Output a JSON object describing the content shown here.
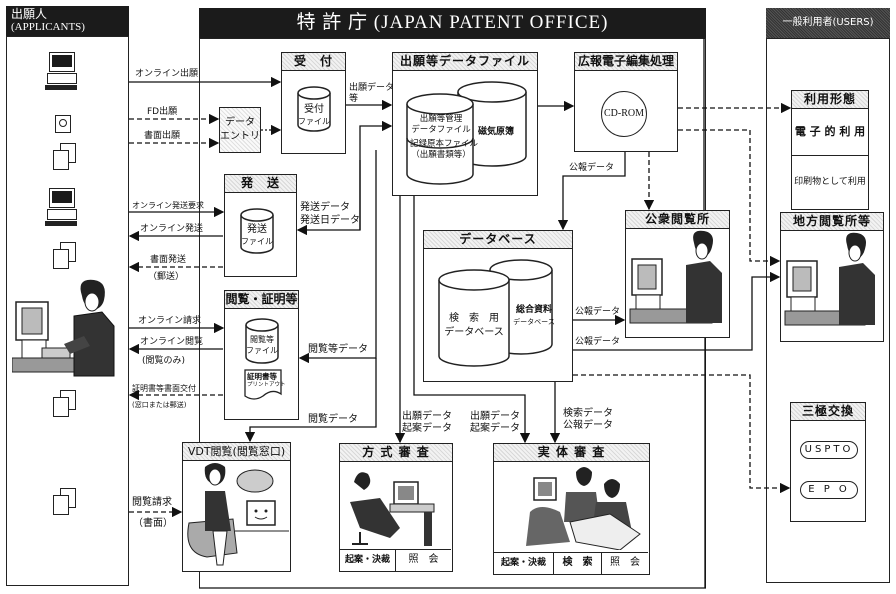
{
  "applicants": {
    "title": "出願人",
    "subtitle": "(APPLICANTS)"
  },
  "jpo": {
    "title": "特 許 庁 (JAPAN PATENT OFFICE)"
  },
  "users": {
    "title": "一般利用者(USERS)",
    "usage_box": {
      "title": "利用形態",
      "items": [
        "電 子 的 利 用",
        "印刷物として利用"
      ]
    },
    "regional": {
      "title": "地方閲覧所等"
    },
    "trilateral": {
      "title": "三極交換",
      "items": [
        "USPTO",
        "E P O"
      ]
    }
  },
  "boxes": {
    "reception": {
      "title": "受　付",
      "file": [
        "受付",
        "ファイル"
      ]
    },
    "data_entry": {
      "label": [
        "データ",
        "エントリ"
      ]
    },
    "app_data_file": {
      "title": "出願等データファイル",
      "cyl_front": [
        "出願等管理",
        "データファイル",
        "記録原本ファイル",
        "（出願書類等）"
      ],
      "cyl_back": "磁気原簿"
    },
    "publication": {
      "title": "広報電子編集処理",
      "cdrom": "CD-ROM"
    },
    "dispatch": {
      "title": "発　送",
      "file": [
        "発送",
        "ファイル"
      ]
    },
    "inspection": {
      "title": "閲覧・証明等",
      "file": [
        "閲覧等",
        "ファイル"
      ],
      "cert": [
        "証明書等",
        "プリントアウト"
      ]
    },
    "database": {
      "title": "データベース",
      "cyl_front": [
        "検　索　用",
        "データベース"
      ],
      "cyl_back": [
        "総合資料",
        "データベース"
      ]
    },
    "public_reading": {
      "title": "公衆閲覧所"
    },
    "vdt": {
      "title": "VDT閲覧(閲覧窓口)"
    },
    "formality": {
      "title": "方 式 審 査",
      "cells": [
        "起案・決裁",
        "照　会"
      ]
    },
    "substantive": {
      "title": "実 体 審 査",
      "cells": [
        "起案・決裁",
        "検　索",
        "照　会"
      ]
    }
  },
  "flows": {
    "online_filing": "オンライン出願",
    "fd_filing": "FD出願",
    "paper_filing": "書面出願",
    "online_send_request": "オンライン発送要求",
    "online_send": "オンライン発送",
    "paper_send": "書面発送",
    "paper_send_note": "（郵送）",
    "online_request": "オンライン請求",
    "online_view": "オンライン閲覧",
    "online_view_note": "(閲覧のみ)",
    "cert_delivery": "証明書等書面交付",
    "cert_delivery_note": "(窓口または郵送)",
    "view_request": "閲覧請求",
    "view_request_note": "（書面）",
    "app_data": [
      "出願データ",
      "等"
    ],
    "send_data": [
      "発送データ",
      "発送日データ"
    ],
    "view_etc_data": "閲覧等データ",
    "view_data": "閲覧データ",
    "gazette_data_1": "公報データ",
    "gazette_data_2": "公報データ",
    "gazette_data_3": "公報データ",
    "formality_data": [
      "出願データ",
      "起案データ"
    ],
    "substantive_data": [
      "出願データ",
      "起案データ"
    ],
    "search_data": [
      "検索データ",
      "公報データ"
    ]
  }
}
